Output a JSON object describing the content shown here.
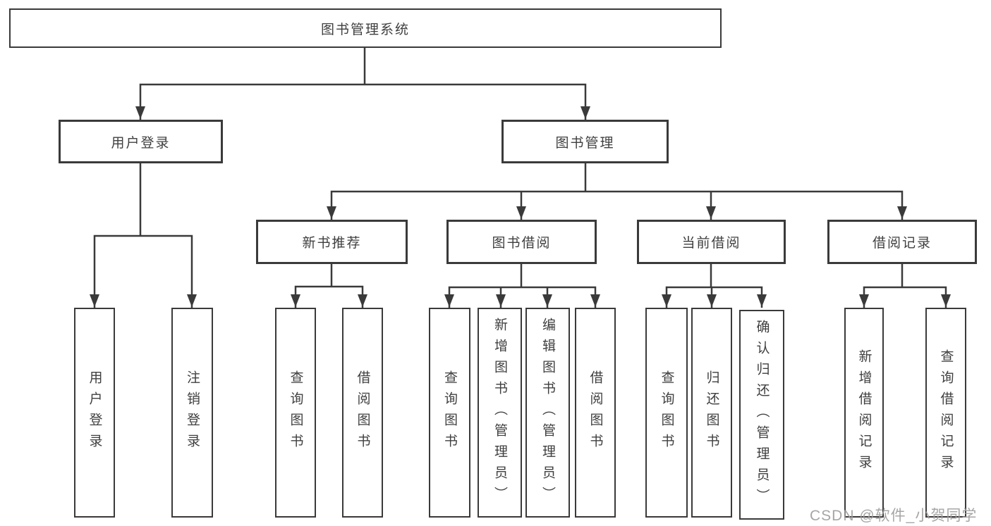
{
  "colors": {
    "background": "#ffffff",
    "line": "#3a3a3a",
    "text": "#3f3f3f",
    "watermark": "#9e9e9e"
  },
  "root": {
    "label": "图书管理系统"
  },
  "level2": [
    {
      "label": "用户登录"
    },
    {
      "label": "图书管理"
    }
  ],
  "level3": [
    {
      "label": "新书推荐",
      "parent": "图书管理"
    },
    {
      "label": "图书借阅",
      "parent": "图书管理"
    },
    {
      "label": "当前借阅",
      "parent": "图书管理"
    },
    {
      "label": "借阅记录",
      "parent": "图书管理"
    }
  ],
  "leaves": [
    {
      "label": "用户登录",
      "parent": "用户登录"
    },
    {
      "label": "注销登录",
      "parent": "用户登录"
    },
    {
      "label": "查询图书",
      "parent": "新书推荐"
    },
    {
      "label": "借阅图书",
      "parent": "新书推荐"
    },
    {
      "label": "查询图书",
      "parent": "图书借阅"
    },
    {
      "label": "新增图书（管理员）",
      "parent": "图书借阅"
    },
    {
      "label": "编辑图书（管理员）",
      "parent": "图书借阅"
    },
    {
      "label": "借阅图书",
      "parent": "图书借阅"
    },
    {
      "label": "查询图书",
      "parent": "当前借阅"
    },
    {
      "label": "归还图书",
      "parent": "当前借阅"
    },
    {
      "label": "确认归还（管理员）",
      "parent": "当前借阅"
    },
    {
      "label": "新增借阅记录",
      "parent": "借阅记录"
    },
    {
      "label": "查询借阅记录",
      "parent": "借阅记录"
    }
  ],
  "watermark": {
    "text": "CSDN @软件_小贺同学"
  }
}
